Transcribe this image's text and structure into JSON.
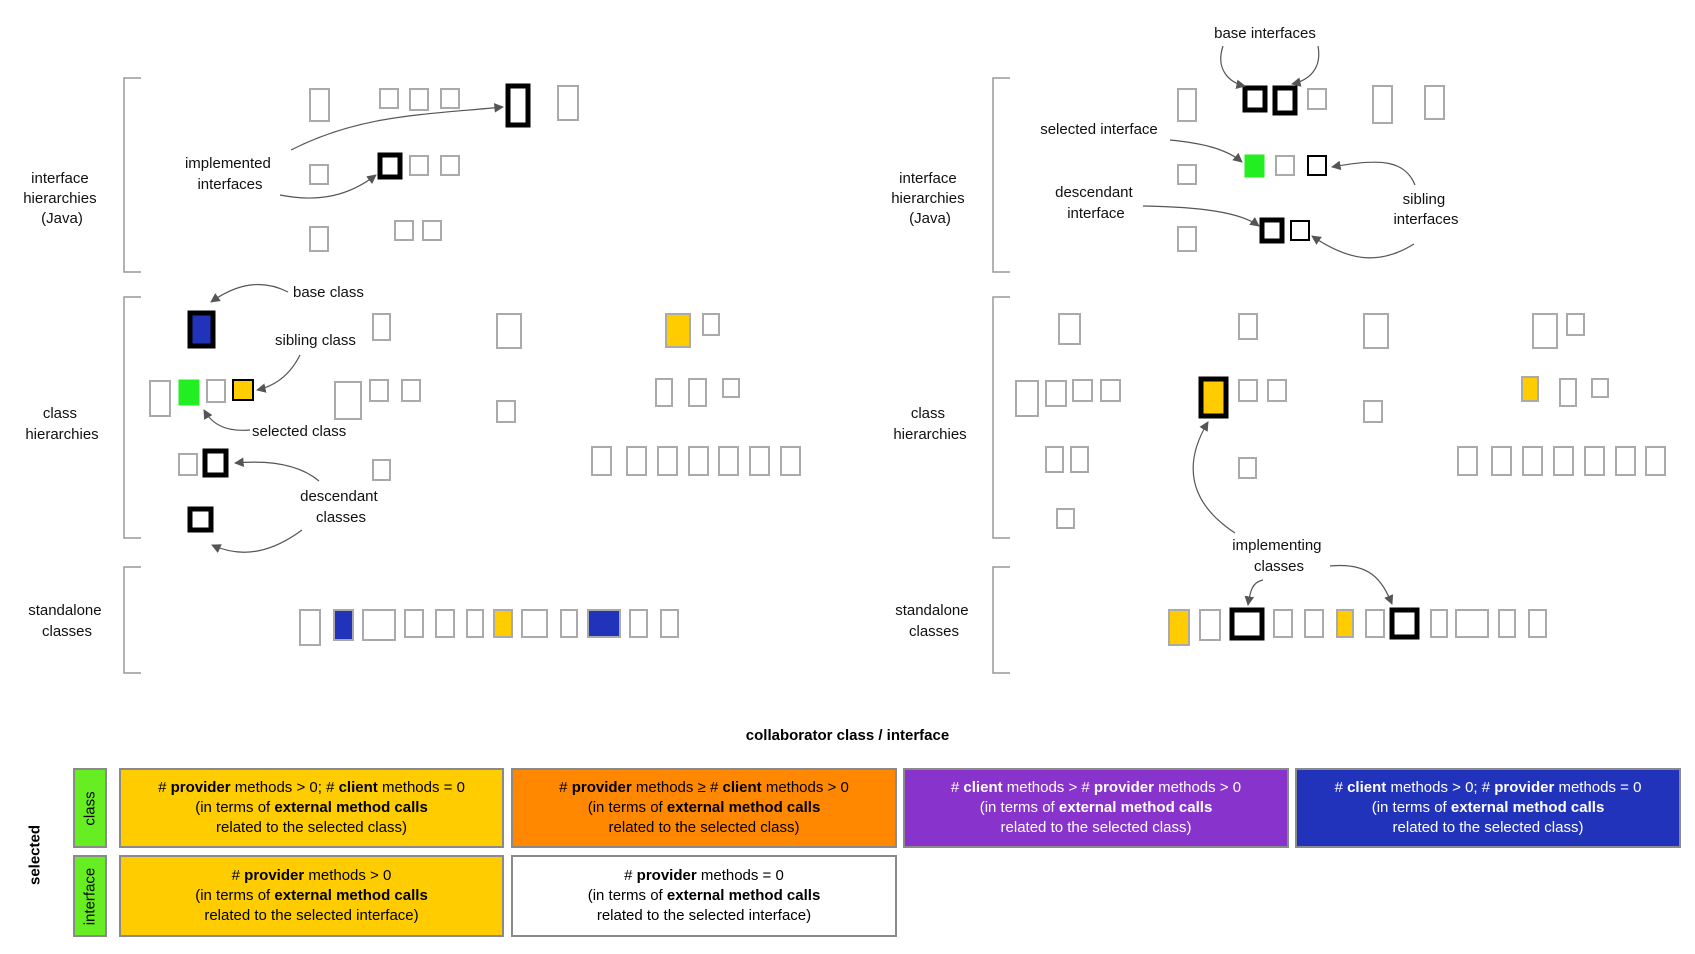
{
  "left_panel": {
    "sections": [
      {
        "id": "interface",
        "label": [
          "interface",
          "hierarchies",
          "(Java)"
        ]
      },
      {
        "id": "class",
        "label": [
          "class",
          "hierarchies"
        ]
      },
      {
        "id": "standalone",
        "label": [
          "standalone",
          "classes"
        ]
      }
    ],
    "annotations": {
      "implemented": [
        "implemented",
        "interfaces"
      ],
      "base_class": [
        "base class"
      ],
      "sibling_class": [
        "sibling class"
      ],
      "selected_class": [
        "selected class"
      ],
      "descendant": [
        "descendant",
        "classes"
      ]
    }
  },
  "right_panel": {
    "sections": [
      {
        "id": "interface",
        "label": [
          "interface",
          "hierarchies",
          "(Java)"
        ]
      },
      {
        "id": "class",
        "label": [
          "class",
          "hierarchies"
        ]
      },
      {
        "id": "standalone",
        "label": [
          "standalone",
          "classes"
        ]
      }
    ],
    "annotations": {
      "base_interfaces": [
        "base interfaces"
      ],
      "selected_interface": [
        "selected interface"
      ],
      "descendant_interface": [
        "descendant",
        "interface"
      ],
      "sibling_interfaces": [
        "sibling",
        "interfaces"
      ],
      "implementing": [
        "implementing",
        "classes"
      ]
    }
  },
  "legend": {
    "title": "collaborator class / interface",
    "selected_label": "selected",
    "row_class_label": "class",
    "row_interface_label": "interface",
    "class_cells": [
      {
        "pre": "# ",
        "b1": "provider",
        "mid": " methods > 0; # ",
        "b2": "client",
        "post": " methods = 0",
        "l2a": "(in terms of ",
        "l2b": "external method calls",
        "l3": "related to the selected class)"
      },
      {
        "pre": "# ",
        "b1": "provider",
        "mid": " methods ≥ # ",
        "b2": "client",
        "post": " methods > 0",
        "l2a": "(in terms of ",
        "l2b": "external method calls",
        "l3": "related to the selected class)"
      },
      {
        "pre": "# ",
        "b1": "client",
        "mid": " methods > # ",
        "b2": "provider",
        "post": " methods > 0",
        "l2a": "(in terms of ",
        "l2b": "external method calls",
        "l3": "related to the selected class)"
      },
      {
        "pre": "# ",
        "b1": "client",
        "mid": " methods > 0; # ",
        "b2": "provider",
        "post": " methods = 0",
        "l2a": "(in terms of ",
        "l2b": "external method calls",
        "l3": "related to the selected class)"
      }
    ],
    "interface_cells": [
      {
        "pre": "# ",
        "b1": "provider",
        "mid": " methods  >  0",
        "b2": "",
        "post": "",
        "l2a": "(in terms of ",
        "l2b": "external method calls",
        "l3": "related to the selected interface)"
      },
      {
        "pre": "# ",
        "b1": "provider",
        "mid": " methods = 0",
        "b2": "",
        "post": "",
        "l2a": "(in terms of ",
        "l2b": "external method calls",
        "l3": "related to the selected interface)"
      }
    ],
    "colors": {
      "yellow": "#ffcc00",
      "orange": "#ff8800",
      "purple": "#8833cc",
      "blue": "#2233bb",
      "white": "#ffffff",
      "green": "#66ee22",
      "selected_green": "#22ee22"
    }
  }
}
